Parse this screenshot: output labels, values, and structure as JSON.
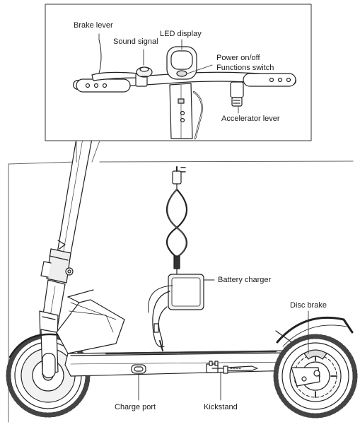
{
  "labels": {
    "brake_lever": "Brake lever",
    "sound_signal": "Sound signal",
    "led_display": "LED display",
    "power_switch_line1": "Power on/off",
    "power_switch_line2": "Functions switch",
    "accelerator_lever": "Accelerator lever",
    "battery_charger": "Battery charger",
    "disc_brake": "Disc brake",
    "charge_port": "Charge port",
    "kickstand": "Kickstand"
  },
  "colors": {
    "line": "#222222",
    "fill_light": "#f2f2f2",
    "fill_mid": "#d6d6d6",
    "tread": "#444444"
  }
}
